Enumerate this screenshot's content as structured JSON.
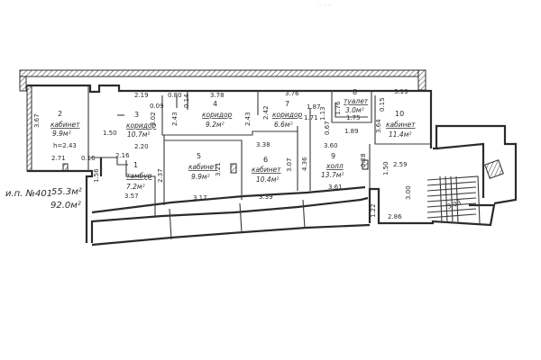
{
  "corner_mark": "·· - ··",
  "rooms": [
    {
      "num": "1",
      "name": "тамбур",
      "area": "7.2м²"
    },
    {
      "num": "2",
      "name": "кабинет",
      "area": "9.9м²"
    },
    {
      "num": "3",
      "name": "коридор",
      "area": "10.7м²"
    },
    {
      "num": "4",
      "name": "коридор",
      "area": "9.2м²"
    },
    {
      "num": "5",
      "name": "кабинет",
      "area": "9.9м²"
    },
    {
      "num": "6",
      "name": "кабинет",
      "area": "10.4м²"
    },
    {
      "num": "7",
      "name": "коридор",
      "area": "6.6м²"
    },
    {
      "num": "8",
      "name": "туалет",
      "area": "3.0м²"
    },
    {
      "num": "9",
      "name": "холл",
      "area": "13.7м²"
    },
    {
      "num": "10",
      "name": "кабинет",
      "area": "11.4м²"
    }
  ],
  "height_note": "h=2.43",
  "premises": {
    "label": "и.п. №401",
    "area_main": "55.3м²",
    "area_total": "92.0м²"
  },
  "dimensions": [
    "3.67",
    "2.71",
    "0.16",
    "1.50",
    "2.19",
    "0.80",
    "0.09",
    "3.02",
    "3.78",
    "0.14",
    "2.20",
    "2.43",
    "2.43",
    "3.38",
    "3.76",
    "2.42",
    "1.87",
    "1.13",
    "1.71",
    "0.67",
    "3.19",
    "0.15",
    "1.75",
    "1.89",
    "3.64",
    "3.60",
    "3.21",
    "3.07",
    "4.36",
    "3.28",
    "1.50",
    "2.59",
    "2.16",
    "2.37",
    "1.56",
    "3.57",
    "3.17",
    "3.39",
    "3.61",
    "3.00",
    "1.22",
    "2.86",
    "3.03",
    "1.76"
  ]
}
